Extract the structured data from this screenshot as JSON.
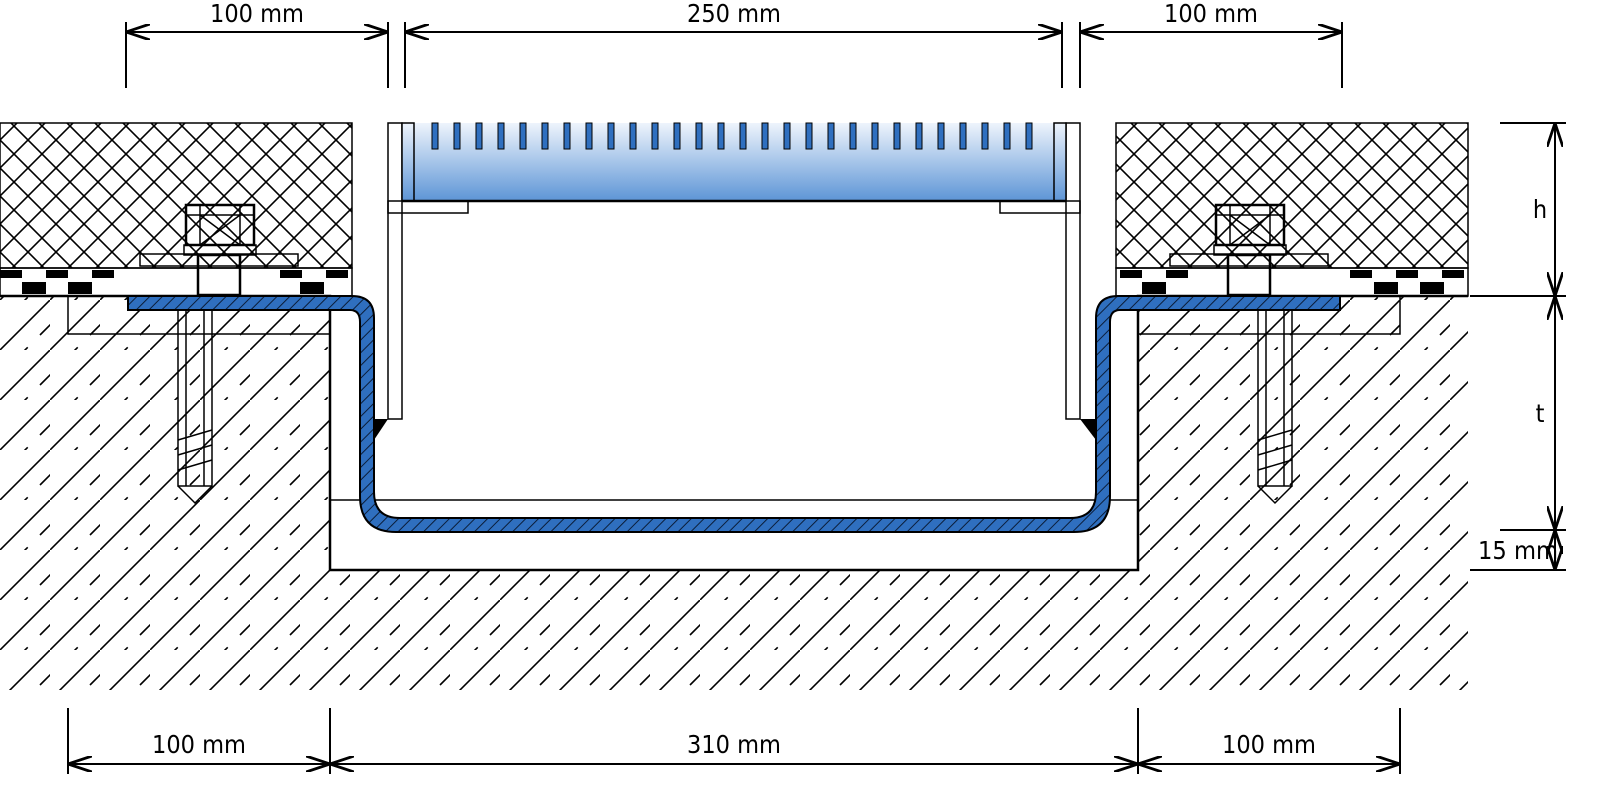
{
  "dimensions": {
    "top_left": "100 mm",
    "top_center": "250 mm",
    "top_right": "100 mm",
    "bottom_left": "100 mm",
    "bottom_center": "310 mm",
    "bottom_right": "100 mm",
    "height_h": "h",
    "height_t": "t",
    "bed_thickness": "15 mm"
  },
  "colors": {
    "steel": "#2f6fbf",
    "grate_top": "#eef4fc",
    "grate_bottom": "#5d95d6",
    "concrete": "#f3f3f3",
    "line": "#000000"
  }
}
